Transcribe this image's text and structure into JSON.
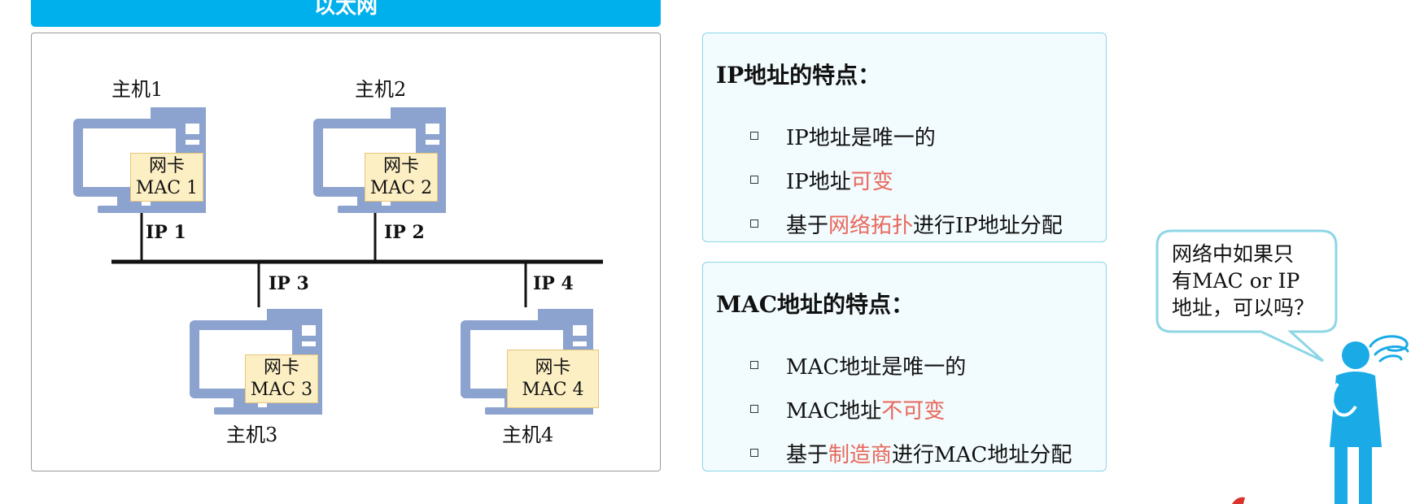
{
  "header": {
    "title": "以太网"
  },
  "diagram": {
    "hosts": [
      {
        "name": "主机1",
        "nic_label": "网卡",
        "mac": "MAC 1",
        "ip": "IP 1"
      },
      {
        "name": "主机2",
        "nic_label": "网卡",
        "mac": "MAC 2",
        "ip": "IP 2"
      },
      {
        "name": "主机3",
        "nic_label": "网卡",
        "mac": "MAC 3",
        "ip": "IP 3"
      },
      {
        "name": "主机4",
        "nic_label": "网卡",
        "mac": "MAC 4",
        "ip": "IP 4"
      }
    ]
  },
  "ip_panel": {
    "title": "IP地址的特点：",
    "items": [
      {
        "pre": "IP地址是唯一的",
        "hl": "",
        "post": ""
      },
      {
        "pre": "IP地址",
        "hl": "可变",
        "post": ""
      },
      {
        "pre": "基于",
        "hl": "网络拓扑",
        "post": "进行IP地址分配"
      }
    ]
  },
  "mac_panel": {
    "title": "MAC地址的特点：",
    "items": [
      {
        "pre": "MAC地址是唯一的",
        "hl": "",
        "post": ""
      },
      {
        "pre": "MAC地址",
        "hl": "不可变",
        "post": ""
      },
      {
        "pre": "基于",
        "hl": "制造商",
        "post": "进行MAC地址分配"
      }
    ]
  },
  "bubble": {
    "line1": "网络中如果只",
    "line2": "有MAC or IP",
    "line3": "地址，可以吗？"
  },
  "colors": {
    "header_bg": "#00b0ec",
    "computer": "#8ca3cf",
    "nic_fill": "#fdefc4",
    "highlight": "#e8675c",
    "panel_border": "#8ed6e6",
    "person": "#1aabe6"
  },
  "icons": [
    "desktop-computer-icon",
    "thinking-person-icon"
  ]
}
